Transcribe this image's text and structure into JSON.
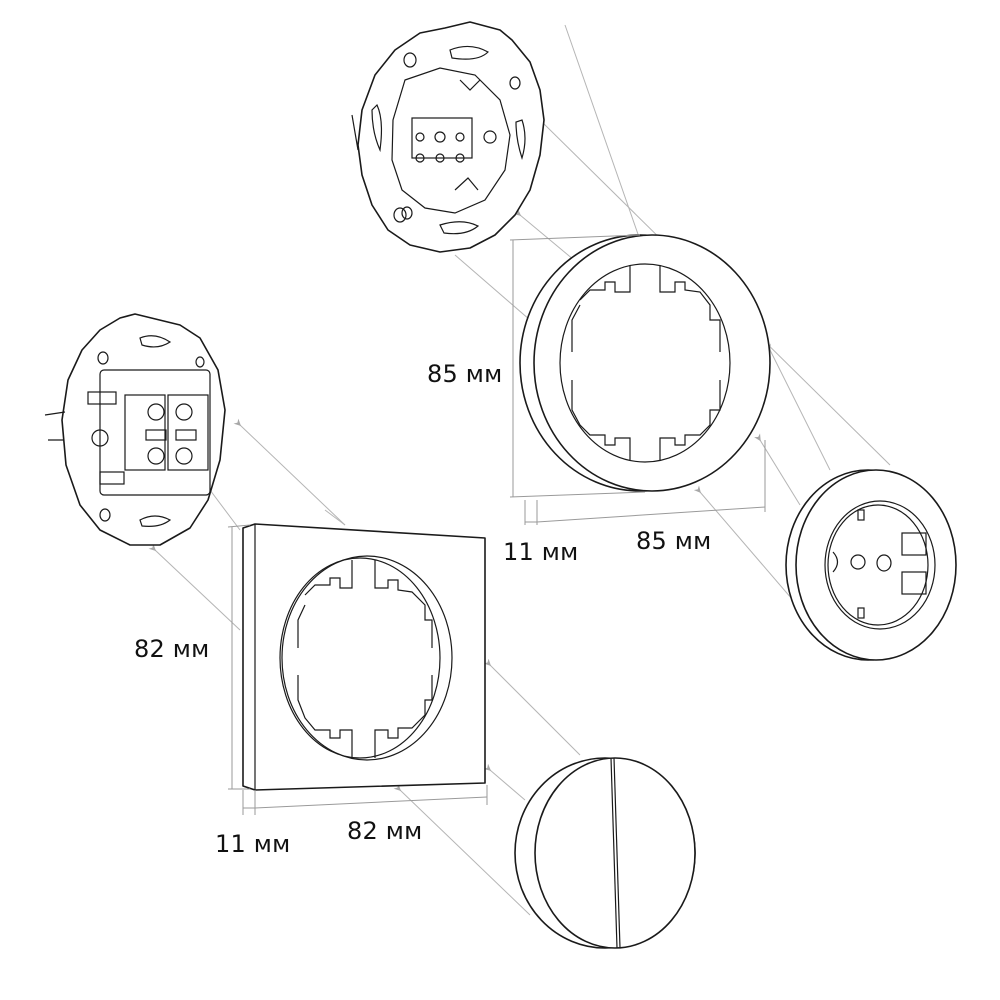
{
  "diagram": {
    "type": "exploded-view dimension drawing",
    "colors": {
      "line": "#1a1a1a",
      "guide": "#b5b5b5",
      "background": "#ffffff"
    },
    "round_set": {
      "mechanism": "socket-mechanism-round",
      "frame": "round-frame",
      "cover": "socket-cover",
      "height_label": "85 мм",
      "width_label": "85 мм",
      "depth_label": "11 мм"
    },
    "square_set": {
      "mechanism": "switch-mechanism",
      "frame": "square-frame",
      "cover": "two-gang-switch-key",
      "height_label": "82 мм",
      "width_label": "82 мм",
      "depth_label": "11 мм"
    }
  }
}
